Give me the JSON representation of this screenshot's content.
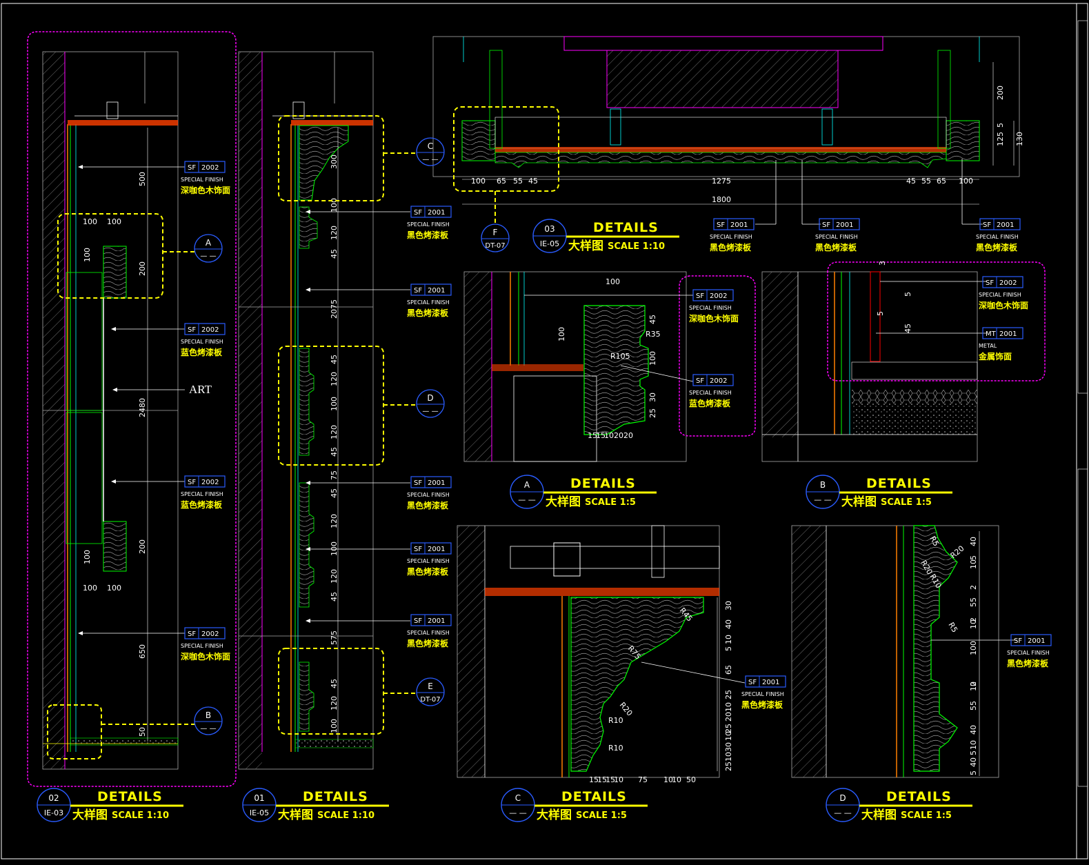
{
  "colors": {
    "background": "#000000",
    "yellow": "#ffff00",
    "magenta": "#ff00ff",
    "green": "#00ff00",
    "white": "#ffffff",
    "cyan": "#00ffff",
    "orange": "#ff8000",
    "red": "#ff0000",
    "blue": "#2a5cff"
  },
  "details": [
    {
      "num": "02",
      "ref": "IE-03",
      "title": "DETAILS",
      "sub": "大样图",
      "scale": "SCALE 1:10"
    },
    {
      "num": "01",
      "ref": "IE-05",
      "title": "DETAILS",
      "sub": "大样图",
      "scale": "SCALE 1:10"
    },
    {
      "num": "03",
      "ref": "IE-05",
      "title": "DETAILS",
      "sub": "大样图",
      "scale": "SCALE 1:10"
    },
    {
      "num": "A",
      "ref": "— —",
      "title": "DETAILS",
      "sub": "大样图",
      "scale": "SCALE 1:5"
    },
    {
      "num": "B",
      "ref": "— —",
      "title": "DETAILS",
      "sub": "大样图",
      "scale": "SCALE 1:5"
    },
    {
      "num": "C",
      "ref": "— —",
      "title": "DETAILS",
      "sub": "大样图",
      "scale": "SCALE 1:5"
    },
    {
      "num": "D",
      "ref": "— —",
      "title": "DETAILS",
      "sub": "大样图",
      "scale": "SCALE 1:5"
    }
  ],
  "callouts": [
    {
      "num": "A",
      "ref": "— —"
    },
    {
      "num": "B",
      "ref": "— —"
    },
    {
      "num": "C",
      "ref": "— —"
    },
    {
      "num": "D",
      "ref": "— —"
    },
    {
      "num": "E",
      "ref": "DT-07"
    },
    {
      "num": "F",
      "ref": "DT-07"
    }
  ],
  "finishes": {
    "sf2002_dark": {
      "code": "SF",
      "num": "2002",
      "label": "SPECIAL FINISH",
      "name": "深咖色木饰面"
    },
    "sf2002_blue": {
      "code": "SF",
      "num": "2002",
      "label": "SPECIAL FINISH",
      "name": "蓝色烤漆板"
    },
    "sf2001_black": {
      "code": "SF",
      "num": "2001",
      "label": "SPECIAL FINISH",
      "name": "黑色烤漆板"
    },
    "mt2001": {
      "code": "MT",
      "num": "2001",
      "label": "METAL",
      "name": "金属饰面"
    }
  },
  "art_label": "ART",
  "dims": {
    "d02": [
      "500",
      "100",
      "100",
      "100",
      "200",
      "2480",
      "200",
      "100",
      "100",
      "100",
      "650",
      "50"
    ],
    "d01": [
      "300",
      "100",
      "120",
      "45",
      "2075",
      "45",
      "120",
      "100",
      "120",
      "45",
      "75",
      "45",
      "120",
      "100",
      "120",
      "45",
      "575",
      "45",
      "120",
      "100"
    ],
    "d03": [
      "200",
      "5",
      "125",
      "130",
      "100",
      "65",
      "55",
      "45",
      "1275",
      "45",
      "55",
      "65",
      "100",
      "1800"
    ],
    "dA": [
      "100",
      "100",
      "45",
      "R35",
      "R105",
      "100",
      "30",
      "25",
      "15",
      "15",
      "10",
      "20",
      "20"
    ],
    "dB": [
      "3",
      "5",
      "5",
      "45"
    ],
    "dC": [
      "30",
      "40",
      "10",
      "5",
      "65",
      "25",
      "10",
      "20",
      "25",
      "10",
      "30",
      "10",
      "25",
      "R45",
      "R75",
      "R20",
      "R10",
      "R10",
      "15",
      "15",
      "15",
      "10",
      "75",
      "10",
      "10",
      "50"
    ],
    "dD": [
      "R5",
      "R20",
      "R20",
      "R10",
      "R5",
      "40",
      "5",
      "10",
      "2",
      "55",
      "2",
      "10",
      "100",
      "2",
      "10",
      "55",
      "40",
      "10",
      "5",
      "40",
      "5"
    ]
  }
}
